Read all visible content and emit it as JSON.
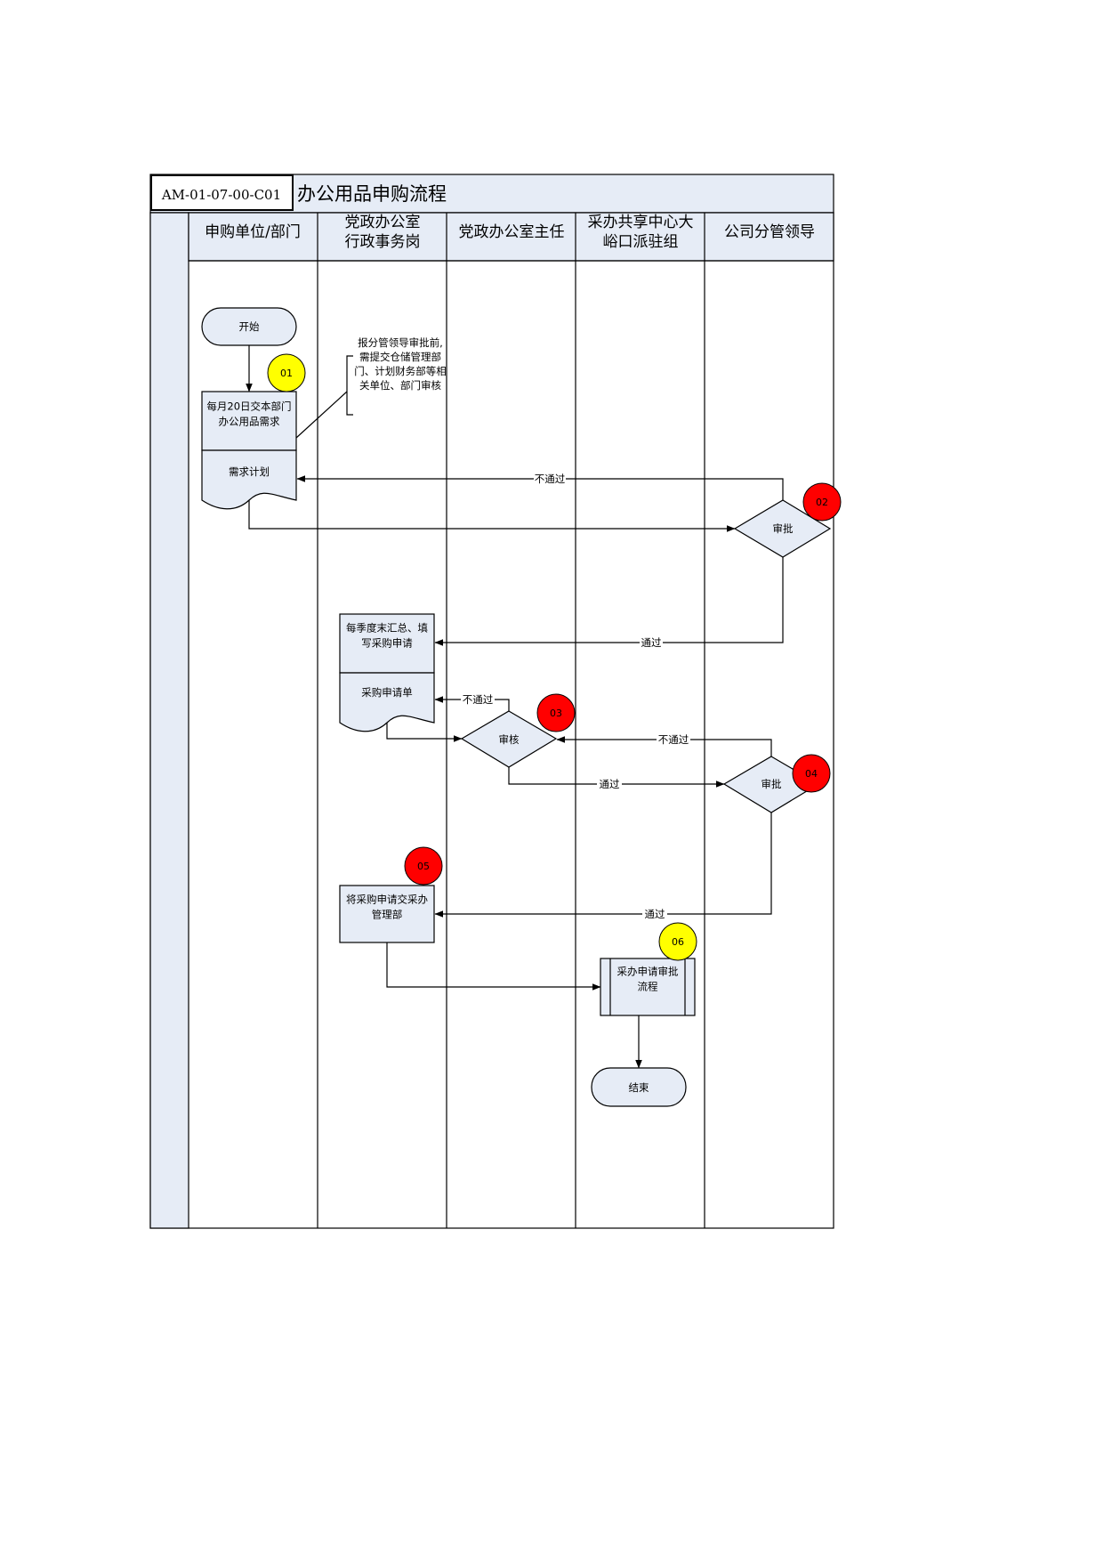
{
  "header": {
    "code": "AM-01-07-00-C01",
    "title": "办公用品申购流程"
  },
  "lanes": [
    {
      "lines": [
        "申购单位/部门"
      ]
    },
    {
      "lines": [
        "党政办公室",
        "行政事务岗"
      ]
    },
    {
      "lines": [
        "党政办公室主任"
      ]
    },
    {
      "lines": [
        "采办共享中心大",
        "峪口派驻组"
      ]
    },
    {
      "lines": [
        "公司分管领导"
      ]
    }
  ],
  "nodes": {
    "start": {
      "lines": [
        "开始"
      ]
    },
    "submit_demand": {
      "lines": [
        "每月20日交本部门",
        "办公用品需求"
      ]
    },
    "demand_plan": {
      "lines": [
        "需求计划"
      ]
    },
    "leader_approve_1": {
      "lines": [
        "审批"
      ]
    },
    "quarterly_summary": {
      "lines": [
        "每季度末汇总、填",
        "写采购申请"
      ]
    },
    "purchase_form": {
      "lines": [
        "采购申请单"
      ]
    },
    "director_review": {
      "lines": [
        "审核"
      ]
    },
    "leader_approve_2": {
      "lines": [
        "审批"
      ]
    },
    "submit_to_procurement": {
      "lines": [
        "将采购申请交采办",
        "管理部"
      ]
    },
    "procurement_subprocess": {
      "lines": [
        "采办申请审批",
        "流程"
      ]
    },
    "end": {
      "lines": [
        "结束"
      ]
    }
  },
  "annotation": {
    "lines": [
      "报分管领导审批前,",
      "需提交仓储管理部",
      "门、计划财务部等相",
      "关单位、部门审核"
    ]
  },
  "edge_labels": {
    "reject_1": "不通过",
    "pass_1": "通过",
    "reject_2": "不通过",
    "reject_3": "不通过",
    "pass_2": "通过",
    "pass_3": "通过"
  },
  "badges": [
    {
      "label": "01",
      "color": "#ffff00"
    },
    {
      "label": "02",
      "color": "#ff0000"
    },
    {
      "label": "03",
      "color": "#ff0000"
    },
    {
      "label": "04",
      "color": "#ff0000"
    },
    {
      "label": "05",
      "color": "#ff0000"
    },
    {
      "label": "06",
      "color": "#ffff00"
    }
  ],
  "colors": {
    "shape_fill": "#e6ecf6",
    "header_fill": "#e6ecf6",
    "side_band": "#e6ecf6"
  }
}
